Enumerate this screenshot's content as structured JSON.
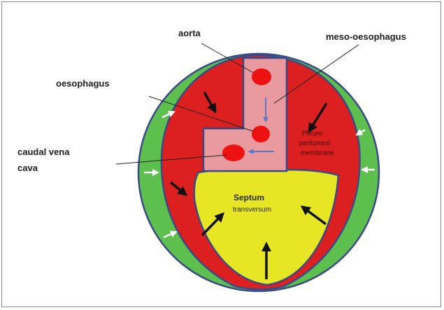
{
  "labels": {
    "aorta": "aorta",
    "meso_oesophagus": "meso-oesophagus",
    "oesophagus": "oesophagus",
    "caudal_vena_line1": "caudal vena",
    "caudal_vena_line2": "cava",
    "pleuro_line1": "Pleuro",
    "pleuro_line2": "peritoneal",
    "pleuro_line3": "membrane",
    "septum": "Septum",
    "transversum": "transversum"
  },
  "colors": {
    "outer_ring": "#5cbf4e",
    "body_cavity": "#dc2020",
    "outline": "#3a4a88",
    "mesentery": "#e89a9e",
    "vessels": "#ee1111",
    "septum_transversum": "#e6e624",
    "inner_arrows": "#5a7acc",
    "outer_arrows": "#ffffff",
    "black_arrows": "#111111"
  },
  "icons": {
    "mesentery_arrow": "arrow-down-icon",
    "cava_arrow": "arrow-left-icon",
    "growth_arrows": "arrow-icon",
    "compression_arrows": "arrow-right-icon"
  }
}
